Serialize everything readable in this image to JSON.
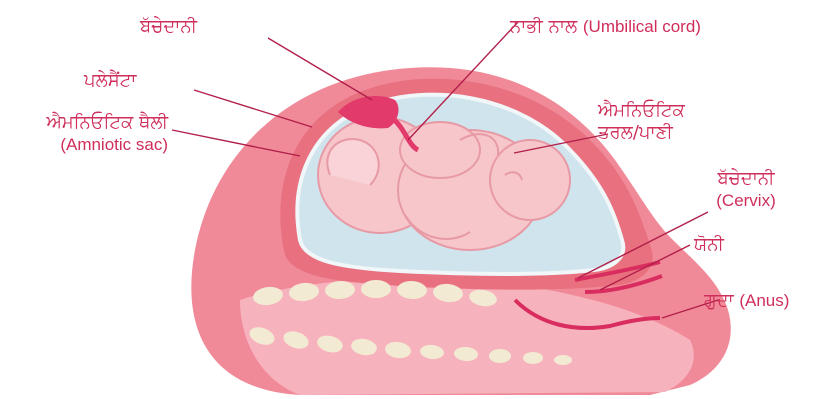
{
  "labels": {
    "uterus": "ਬੱਚੇਦਾਨੀ",
    "umbilical_cord_pa": "ਨਾਭੀ ਨਾਲ",
    "umbilical_cord_en": "(Umbilical cord)",
    "placenta": "ਪਲੇਸੈਂਟਾ",
    "amniotic_sac_pa": "ਐਮਨਿਓਟਿਕ ਥੈਲੀ",
    "amniotic_sac_en": "(Amniotic sac)",
    "amniotic_fluid_line1": "ਐਮਨਿਓਟਿਕ",
    "amniotic_fluid_line2": "ਤਰਲ/ਪਾਣੀ",
    "cervix_pa": "ਬੱਚੇਦਾਨੀ",
    "cervix_en": "(Cervix)",
    "vagina": "ਯੋਨੀ",
    "anus_pa": "ਗੁਦਾ",
    "anus_en": "(Anus)"
  },
  "colors": {
    "label_text": "#cf2e5a",
    "leader_line": "#b21f4a",
    "body_pink": "#f08a98",
    "body_light": "#f7b3bd",
    "uterus_wall": "#e8707f",
    "amniotic_fluid": "#cfe4ec",
    "baby_skin": "#f6c6cb",
    "placenta": "#e23a6a",
    "spine": "#f3ead3"
  }
}
